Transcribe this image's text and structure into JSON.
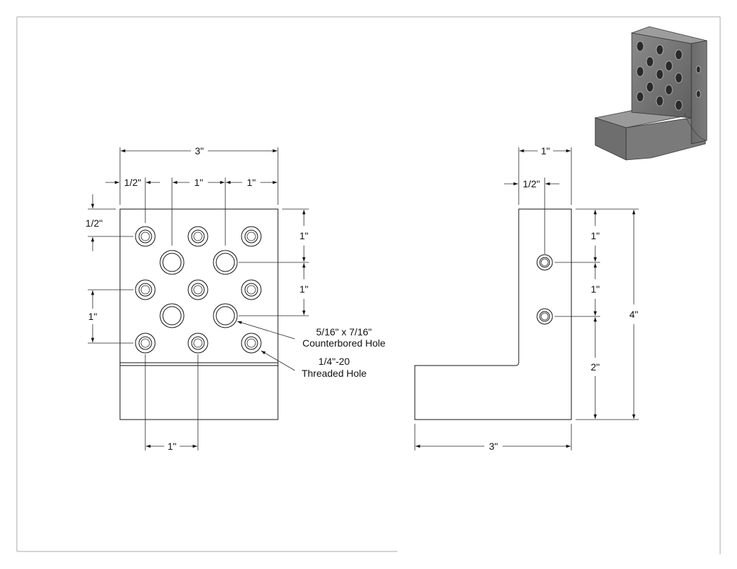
{
  "front_view": {
    "dims": {
      "overall_width": "3\"",
      "hole_edge_offset_x": "1/2\"",
      "hole_spacing_a": "1\"",
      "hole_spacing_b": "1\"",
      "hole_edge_offset_y": "1/2\"",
      "hole_spacing_y": "1\"",
      "bottom_spacing": "1\"",
      "right_spacing_a": "1\"",
      "right_spacing_b": "1\""
    },
    "callouts": {
      "counterbore_line1": "5/16\" x 7/16\"",
      "counterbore_line2": "Counterbored Hole",
      "threaded_line1": "1/4\"-20",
      "threaded_line2": "Threaded Hole"
    }
  },
  "side_view": {
    "dims": {
      "top_width": "1\"",
      "hole_offset": "1/2\"",
      "hole_spacing_a": "1\"",
      "hole_spacing_b": "1\"",
      "base_height": "2\"",
      "overall_height": "4\"",
      "overall_length": "3\""
    }
  }
}
